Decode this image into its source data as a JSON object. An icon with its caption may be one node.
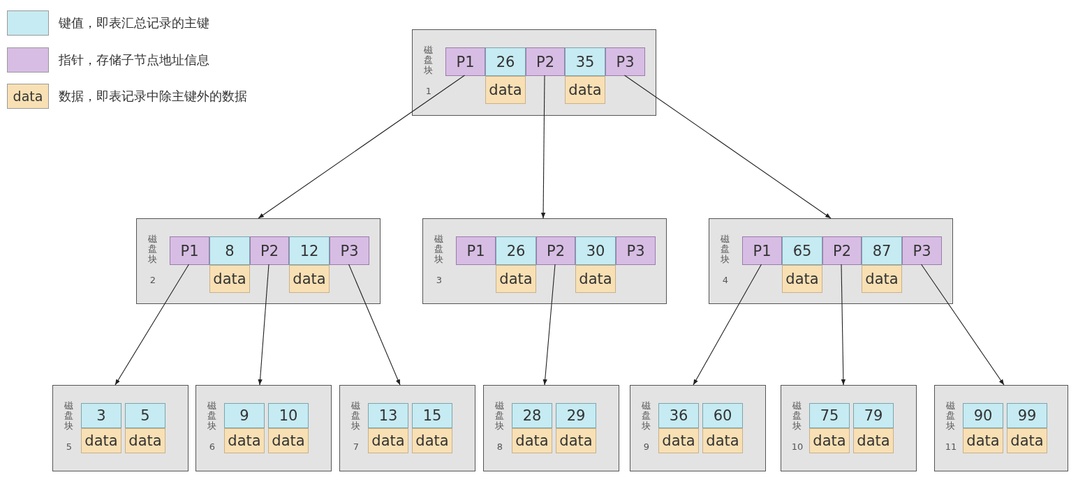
{
  "diagram": {
    "nodes": [
      {
        "text": [
          "磁盘块",
          "1"
        ]
      },
      {
        "text": [
          "P1"
        ],
        "in": 0
      },
      {
        "text": [
          "26"
        ],
        "in": 0
      },
      {
        "text": [
          "data"
        ],
        "in": 0
      },
      {
        "text": [
          "P2"
        ],
        "in": 0
      },
      {
        "text": [
          "35"
        ],
        "in": 0
      },
      {
        "text": [
          "data"
        ],
        "in": 0
      },
      {
        "text": [
          "P3"
        ],
        "in": 0
      },
      {
        "text": [
          "磁盘块",
          "2"
        ]
      },
      {
        "text": [
          "P1"
        ],
        "in": 8
      },
      {
        "text": [
          "8"
        ],
        "in": 8
      },
      {
        "text": [
          "data"
        ],
        "in": 8
      },
      {
        "text": [
          "P2"
        ],
        "in": 8
      },
      {
        "text": [
          "12"
        ],
        "in": 8
      },
      {
        "text": [
          "data"
        ],
        "in": 8
      },
      {
        "text": [
          "P3"
        ],
        "in": 8
      },
      {
        "text": [
          "磁盘块",
          "3"
        ]
      },
      {
        "text": [
          "P1"
        ],
        "in": 16
      },
      {
        "text": [
          "26"
        ],
        "in": 16
      },
      {
        "text": [
          "data"
        ],
        "in": 16
      },
      {
        "text": [
          "P2"
        ],
        "in": 16
      },
      {
        "text": [
          "30"
        ],
        "in": 16
      },
      {
        "text": [
          "data"
        ],
        "in": 16
      },
      {
        "text": [
          "P3"
        ],
        "in": 16
      },
      {
        "text": [
          "磁盘块",
          "4"
        ]
      },
      {
        "text": [
          "P1"
        ],
        "in": 24
      },
      {
        "text": [
          "65"
        ],
        "in": 24
      },
      {
        "text": [
          "data"
        ],
        "in": 24
      },
      {
        "text": [
          "P2"
        ],
        "in": 24
      },
      {
        "text": [
          "87"
        ],
        "in": 24
      },
      {
        "text": [
          "data"
        ],
        "in": 24
      },
      {
        "text": [
          "P3"
        ],
        "in": 24
      },
      {
        "text": [
          "磁盘块",
          "5"
        ]
      },
      {
        "text": [
          "3"
        ],
        "in": 32
      },
      {
        "text": [
          "data"
        ],
        "in": 32
      },
      {
        "text": [
          "5"
        ],
        "in": 32
      },
      {
        "text": [
          "data"
        ],
        "in": 32
      },
      {
        "text": [
          "磁盘块",
          "6"
        ]
      },
      {
        "text": [
          "9"
        ],
        "in": 37
      },
      {
        "text": [
          "data"
        ],
        "in": 37
      },
      {
        "text": [
          "10"
        ],
        "in": 37
      },
      {
        "text": [
          "data"
        ],
        "in": 37
      },
      {
        "text": [
          "磁盘块",
          "7"
        ]
      },
      {
        "text": [
          "13"
        ],
        "in": 42
      },
      {
        "text": [
          "data"
        ],
        "in": 42
      },
      {
        "text": [
          "15"
        ],
        "in": 42
      },
      {
        "text": [
          "data"
        ],
        "in": 42
      },
      {
        "text": [
          "磁盘块",
          "8"
        ]
      },
      {
        "text": [
          "28"
        ],
        "in": 47
      },
      {
        "text": [
          "data"
        ],
        "in": 47
      },
      {
        "text": [
          "29"
        ],
        "in": 47
      },
      {
        "text": [
          "data"
        ],
        "in": 47
      },
      {
        "text": [
          "磁盘块",
          "9"
        ]
      },
      {
        "text": [
          "36"
        ],
        "in": 52
      },
      {
        "text": [
          "data"
        ],
        "in": 52
      },
      {
        "text": [
          "60"
        ],
        "in": 52
      },
      {
        "text": [
          "data"
        ],
        "in": 52
      },
      {
        "text": [
          "磁盘块",
          "10"
        ]
      },
      {
        "text": [
          "75"
        ],
        "in": 57
      },
      {
        "text": [
          "data"
        ],
        "in": 57
      },
      {
        "text": [
          "79"
        ],
        "in": 57
      },
      {
        "text": [
          "data"
        ],
        "in": 57
      },
      {
        "text": [
          "磁盘块",
          "11"
        ]
      },
      {
        "text": [
          "90"
        ],
        "in": 62
      },
      {
        "text": [
          "data"
        ],
        "in": 62
      },
      {
        "text": [
          "99"
        ],
        "in": 62
      },
      {
        "text": [
          "data"
        ],
        "in": 62
      }
    ],
    "edges": [
      {
        "from": 1,
        "to": 8,
        "arrow": "to"
      },
      {
        "from": 4,
        "to": 16,
        "arrow": "to"
      },
      {
        "from": 7,
        "to": 24,
        "arrow": "to"
      },
      {
        "from": 9,
        "to": 32,
        "arrow": "to"
      },
      {
        "from": 12,
        "to": 37,
        "arrow": "to"
      },
      {
        "from": 15,
        "to": 42,
        "arrow": "to"
      },
      {
        "from": 20,
        "to": 47,
        "arrow": "to"
      },
      {
        "from": 25,
        "to": 52,
        "arrow": "to"
      },
      {
        "from": 28,
        "to": 57,
        "arrow": "to"
      },
      {
        "from": 31,
        "to": 62,
        "arrow": "to"
      }
    ],
    "labels": [
      "data"
    ],
    "legend": [
      {
        "text": "键值，即表汇总记录的主键",
        "color": "#c6ebf2"
      },
      {
        "text": "指针，存储子节点地址信息",
        "color": "#d7bde4"
      },
      {
        "text": "数据，即表记录中除主键外的数据",
        "color": "#f8e0b4"
      }
    ]
  }
}
